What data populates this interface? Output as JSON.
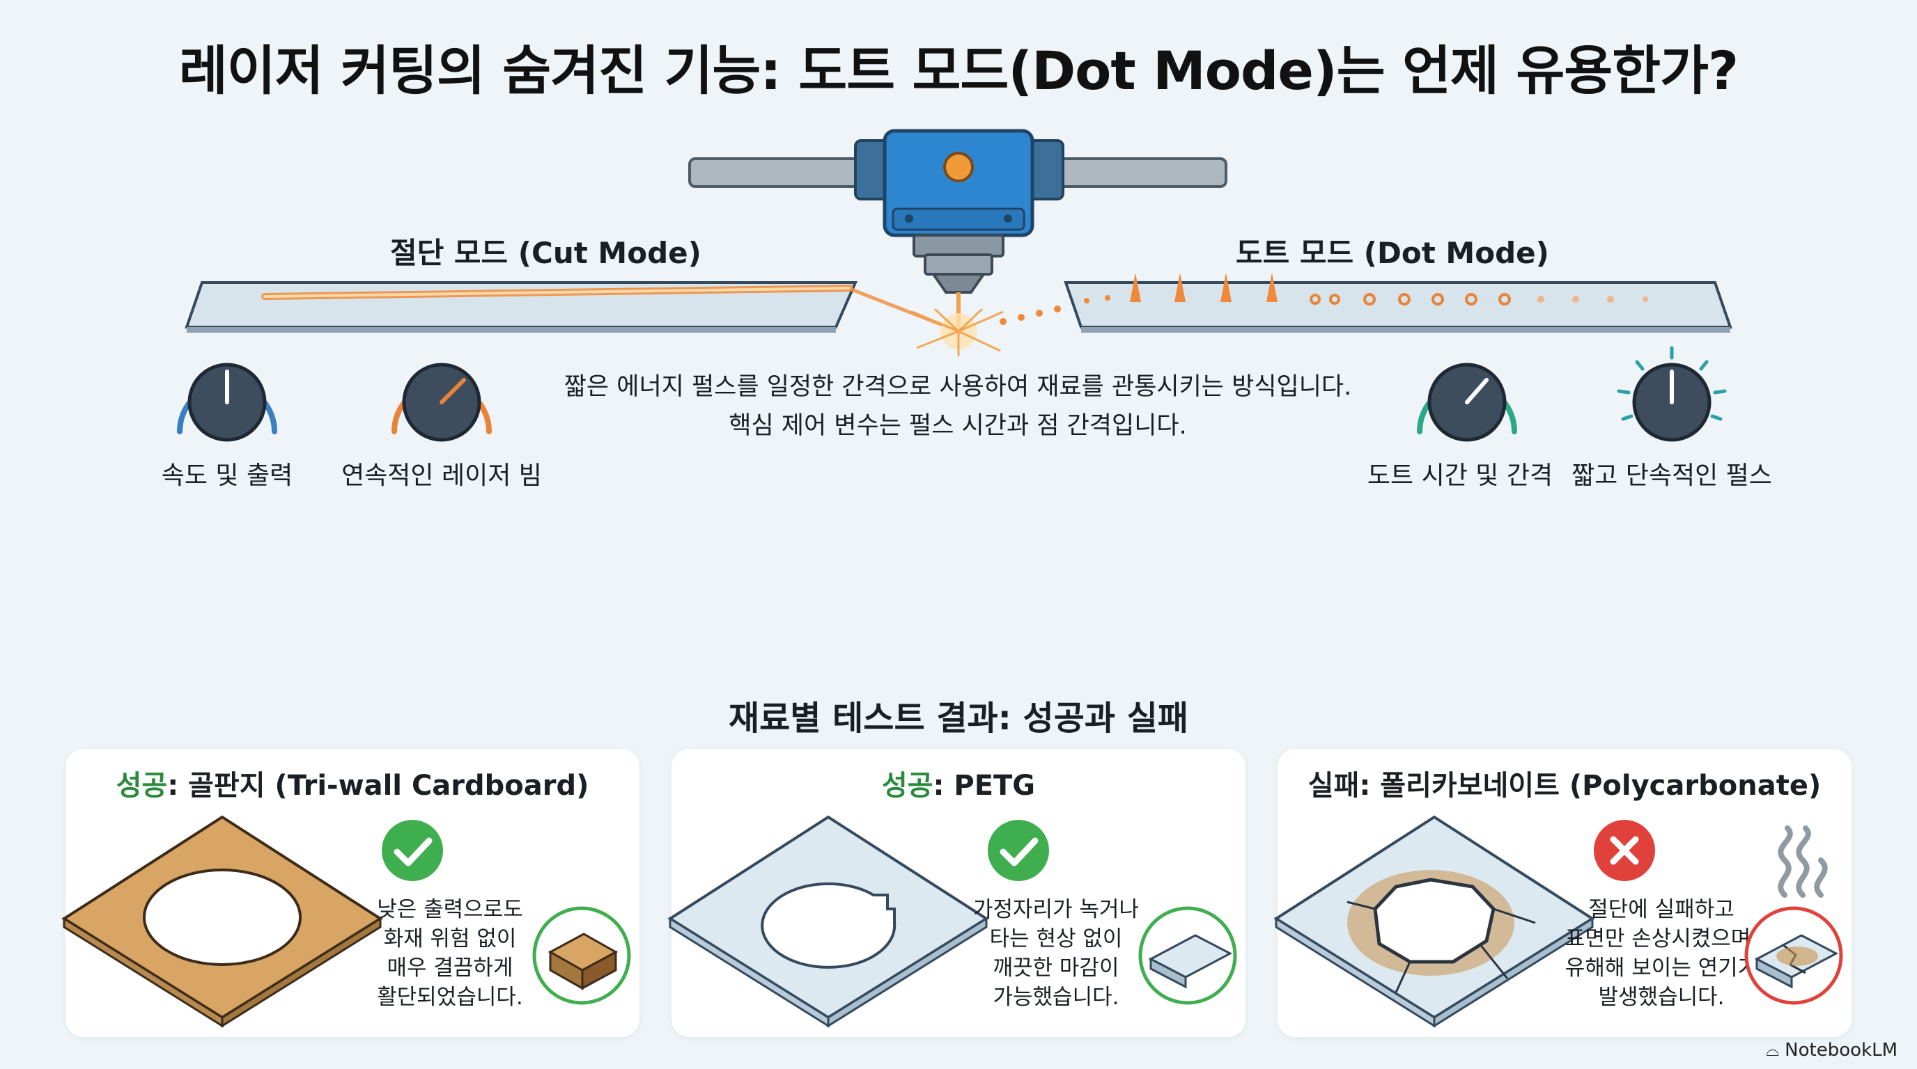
{
  "title": "레이저 커팅의 숨겨진 기능: 도트 모드(Dot Mode)는 언제 유용한가?",
  "cut_mode": {
    "title": "절단 모드 (Cut Mode)",
    "knobs": [
      {
        "label": "속도 및 출력",
        "color": "#3a7fc1"
      },
      {
        "label": "연속적인 레이저 빔",
        "color": "#e8843a"
      }
    ]
  },
  "dot_mode": {
    "title": "도트 모드 (Dot Mode)",
    "knobs": [
      {
        "label": "도트 시간 및 간격",
        "color": "#2aa889"
      },
      {
        "label": "짧고 단속적인 펄스",
        "color": "#2aa0a8"
      }
    ]
  },
  "description": {
    "line1": "짧은 에너지 펄스를 일정한 간격으로 사용하여 재료를 관통시키는 방식입니다.",
    "line2": "핵심 제어 변수는 펄스 시간과 점 간격입니다."
  },
  "results": {
    "title": "재료별 테스트 결과: 성공과 실패",
    "cards": [
      {
        "status": "성공",
        "material": ": 골판지 (Tri-wall Cardboard)",
        "icon": "check-icon",
        "lines": [
          "낮은 출력으로도",
          "화재 위험 없이",
          "매우 결끔하게",
          "활단되었습니다."
        ]
      },
      {
        "status": "성공",
        "material": ": PETG",
        "icon": "check-icon",
        "lines": [
          "가정자리가 녹거나",
          "타는 현상 없이",
          "깨끗한 마감이",
          "가능했습니다."
        ]
      },
      {
        "status": "실패",
        "material": ": 폴리카보네이트 (Polycarbonate)",
        "icon": "cross-icon",
        "lines": [
          "절단에 실패하고",
          "표면만 손상시켰으며,",
          "유해해 보이는 연기가",
          "발생했습니다."
        ]
      }
    ]
  },
  "brand": "NotebookLM",
  "colors": {
    "success": "#2a8a3e",
    "success_icon": "#3fae4f",
    "failure_icon": "#e0413a",
    "laser": "#f08a3a",
    "head_blue": "#2f86d0"
  }
}
